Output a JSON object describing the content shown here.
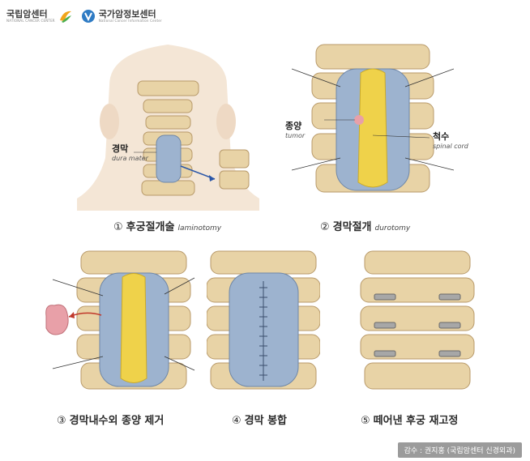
{
  "logos": {
    "ncc": {
      "name": "국립암센터",
      "sub": "NATIONAL CANCER CENTER"
    },
    "nci": {
      "name": "국가암정보센터",
      "sub": "National Cancer Information Center"
    }
  },
  "panels": [
    {
      "num": "①",
      "ko": "후궁절개술",
      "en": "laminotomy"
    },
    {
      "num": "②",
      "ko": "경막절개",
      "en": "durotomy"
    },
    {
      "num": "③",
      "ko": "경막내수외 종양 제거",
      "en": ""
    },
    {
      "num": "④",
      "ko": "경막 봉합",
      "en": ""
    },
    {
      "num": "⑤",
      "ko": "떼어낸 후궁 재고정",
      "en": ""
    }
  ],
  "labels": {
    "dura_ko": "경막",
    "dura_en": "dura mater",
    "tumor_ko": "종양",
    "tumor_en": "tumor",
    "cord_ko": "척수",
    "cord_en": "spinal cord"
  },
  "credit": "감수 : 권지홍 (국립암센터 신경외과)",
  "colors": {
    "bone": "#e8d3a6",
    "dura": "#9db3cf",
    "cord": "#efd24a",
    "tumor": "#e8a0a8"
  }
}
